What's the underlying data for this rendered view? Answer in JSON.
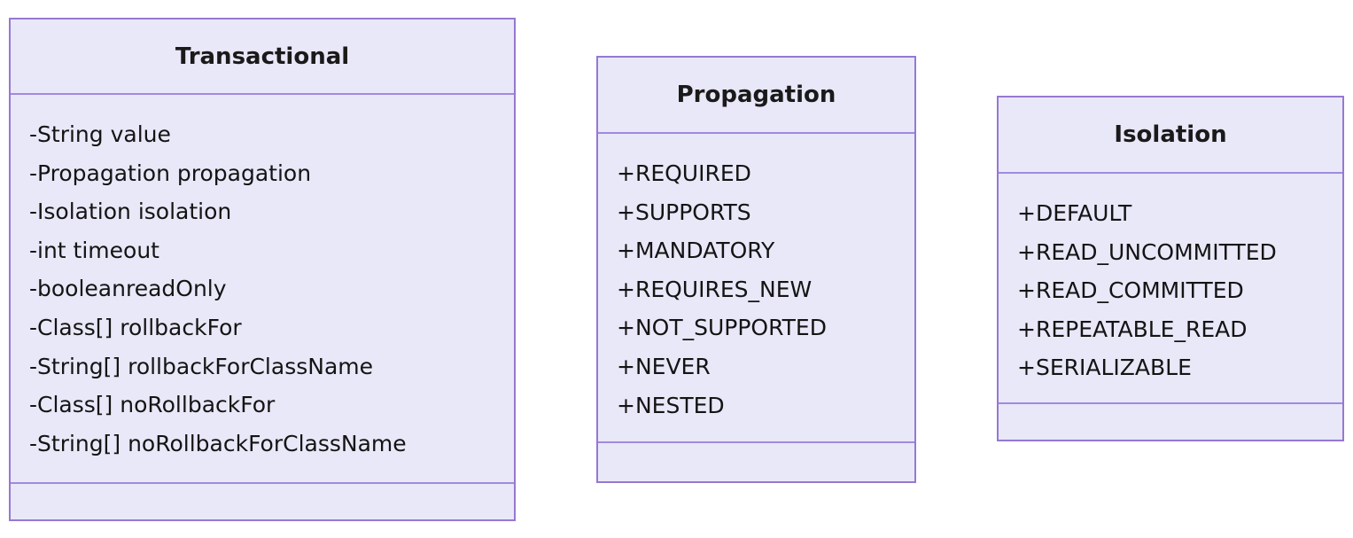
{
  "diagram": {
    "type": "uml-class-diagram",
    "colors": {
      "box_fill": "#e8e8f8",
      "box_border": "#9678d2",
      "separator": "#a18ae0",
      "text": "#141414",
      "background": "#ffffff"
    },
    "classes": [
      {
        "name": "Transactional",
        "members": [
          "-String value",
          "-Propagation propagation",
          "-Isolation isolation",
          "-int timeout",
          "-booleanreadOnly",
          "-Class[] rollbackFor",
          "-String[] rollbackForClassName",
          "-Class[] noRollbackFor",
          "-String[] noRollbackForClassName"
        ],
        "methods": []
      },
      {
        "name": "Propagation",
        "members": [
          "+REQUIRED",
          "+SUPPORTS",
          "+MANDATORY",
          "+REQUIRES_NEW",
          "+NOT_SUPPORTED",
          "+NEVER",
          "+NESTED"
        ],
        "methods": []
      },
      {
        "name": "Isolation",
        "members": [
          "+DEFAULT",
          "+READ_UNCOMMITTED",
          "+READ_COMMITTED",
          "+REPEATABLE_READ",
          "+SERIALIZABLE"
        ],
        "methods": []
      }
    ]
  }
}
